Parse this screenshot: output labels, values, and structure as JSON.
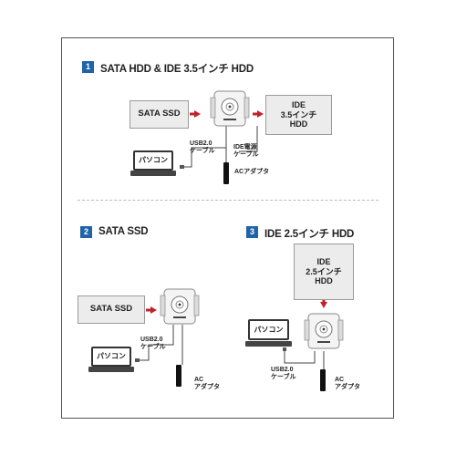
{
  "section1": {
    "number": "1",
    "title": "SATA HDD & IDE 3.5インチ HDD",
    "sata_label": "SATA SSD",
    "ide_label": "IDE\n3.5インチ\nHDD",
    "usb_label": "USB2.0\nケーブル",
    "ide_power_label": "IDE電源\nケーブル",
    "ac_label": "ACアダプタ",
    "pc_label": "パソコン"
  },
  "section2": {
    "number": "2",
    "title": "SATA SSD",
    "sata_label": "SATA SSD",
    "usb_label": "USB2.0\nケーブル",
    "ac_label": "AC\nアダプタ",
    "pc_label": "パソコン"
  },
  "section3": {
    "number": "3",
    "title": "IDE 2.5インチ HDD",
    "ide_label": "IDE\n2.5インチ\nHDD",
    "usb_label": "USB2.0\nケーブル",
    "ac_label": "AC\nアダプタ",
    "pc_label": "パソコン"
  },
  "colors": {
    "accent_blue": "#1f64a8",
    "arrow_red": "#c0232b",
    "box_gray": "#ececec"
  },
  "icons": [
    "converter-device-icon",
    "laptop-icon",
    "ac-adapter-icon",
    "arrow-right-icon"
  ]
}
